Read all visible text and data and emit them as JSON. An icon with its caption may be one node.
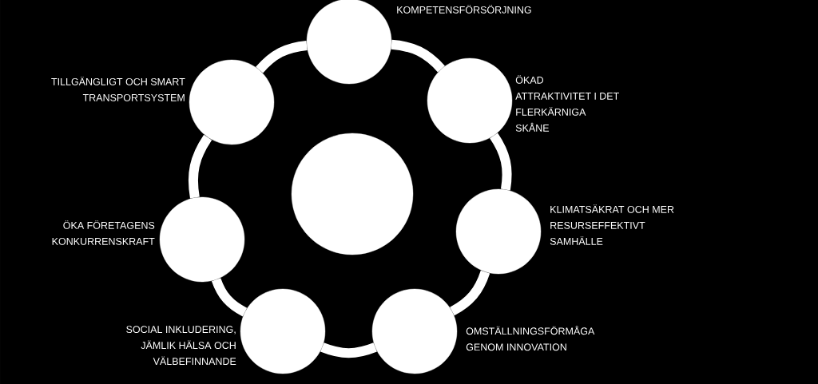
{
  "diagram": {
    "nodes": [
      {
        "text": [],
        "shape": "circle",
        "beside": [
          "KOMPETENSFÖRSÖRJNING"
        ]
      },
      {
        "text": [],
        "shape": "circle",
        "beside": [
          "ÖKAD ATTRAKTIVITET I DET FLERKÄRNIGA SKÅNE"
        ]
      },
      {
        "text": [],
        "shape": "circle",
        "beside": [
          "KLIMATSÄKRAT OCH MER RESURSEFFEKTIVT SAMHÄLLE"
        ]
      },
      {
        "text": [],
        "shape": "circle",
        "beside": [
          "OMSTÄLLNINGSFÖRMÅGA GENOM INNOVATION"
        ]
      },
      {
        "text": [],
        "shape": "circle",
        "beside": [
          "SOCIAL INKLUDERING, JÄMLIK HÄLSA OCH VÄLBEFINNANDE"
        ]
      },
      {
        "text": [],
        "shape": "circle",
        "beside": [
          "ÖKA FÖRETAGENS KONKURRENSKRAFT"
        ]
      },
      {
        "text": [],
        "shape": "circle",
        "beside": [
          "TILLGÄNGLIGT OCH SMART TRANSPORTSYSTEM"
        ]
      },
      {
        "text": [],
        "shape": "circle"
      }
    ],
    "edges": [
      {
        "from": 0,
        "to": 1,
        "arrow": "none"
      },
      {
        "from": 1,
        "to": 2,
        "arrow": "none"
      },
      {
        "from": 2,
        "to": 3,
        "arrow": "none"
      },
      {
        "from": 3,
        "to": 4,
        "arrow": "none"
      },
      {
        "from": 4,
        "to": 5,
        "arrow": "none"
      },
      {
        "from": 5,
        "to": 6,
        "arrow": "none"
      },
      {
        "from": 6,
        "to": 0,
        "arrow": "none"
      }
    ]
  }
}
